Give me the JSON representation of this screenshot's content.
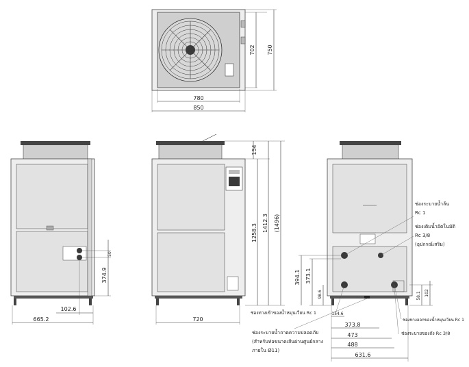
{
  "top_view": {
    "width_inner": "780",
    "width_outer": "850",
    "height_inner": "702",
    "height_outer": "750"
  },
  "left_view": {
    "depth": "665.2",
    "port_offset": "102.6",
    "port_height": "374.9",
    "port_spacing": "50"
  },
  "front_view": {
    "width": "720",
    "top_gap": "154",
    "height_1": "1258.3",
    "height_2": "1412.3",
    "height_total": "(1496)"
  },
  "rear_view": {
    "dim_154_6": "154.6",
    "dim_373_8": "373.8",
    "dim_473": "473",
    "dim_488": "488",
    "dim_631_6": "631.6",
    "dim_394_1": "394.1",
    "dim_373_1": "373.1",
    "dim_98_6": "98.6",
    "dim_58_1": "58.1",
    "dim_102": "102",
    "callouts": {
      "overflow_line1": "ช่องระบายน้ำล้น",
      "overflow_line2": "Rc 1",
      "auto_fill_line1": "ช่องเติมน้ำอัตโนมัติ",
      "auto_fill_line2": "Rc 3/8",
      "auto_fill_line3": "(อุปกรณ์เสริม)",
      "return_inlet": "ช่องทางเข้าของน้ำหมุนเวียน Rc 1",
      "supply_outlet": "ช่องทางออกของน้ำหมุนเวียน Rc 1",
      "drain": "ช่องระบายของถัง Rc 3/8",
      "safety_drain_line1": "ช่องระบายน้ำถาดความปลอดภัย",
      "safety_drain_line2": "(สำหรับท่อขนาดเส้นผ่านศูนย์กลาง",
      "safety_drain_line3": "ภายใน Ø11)"
    }
  }
}
